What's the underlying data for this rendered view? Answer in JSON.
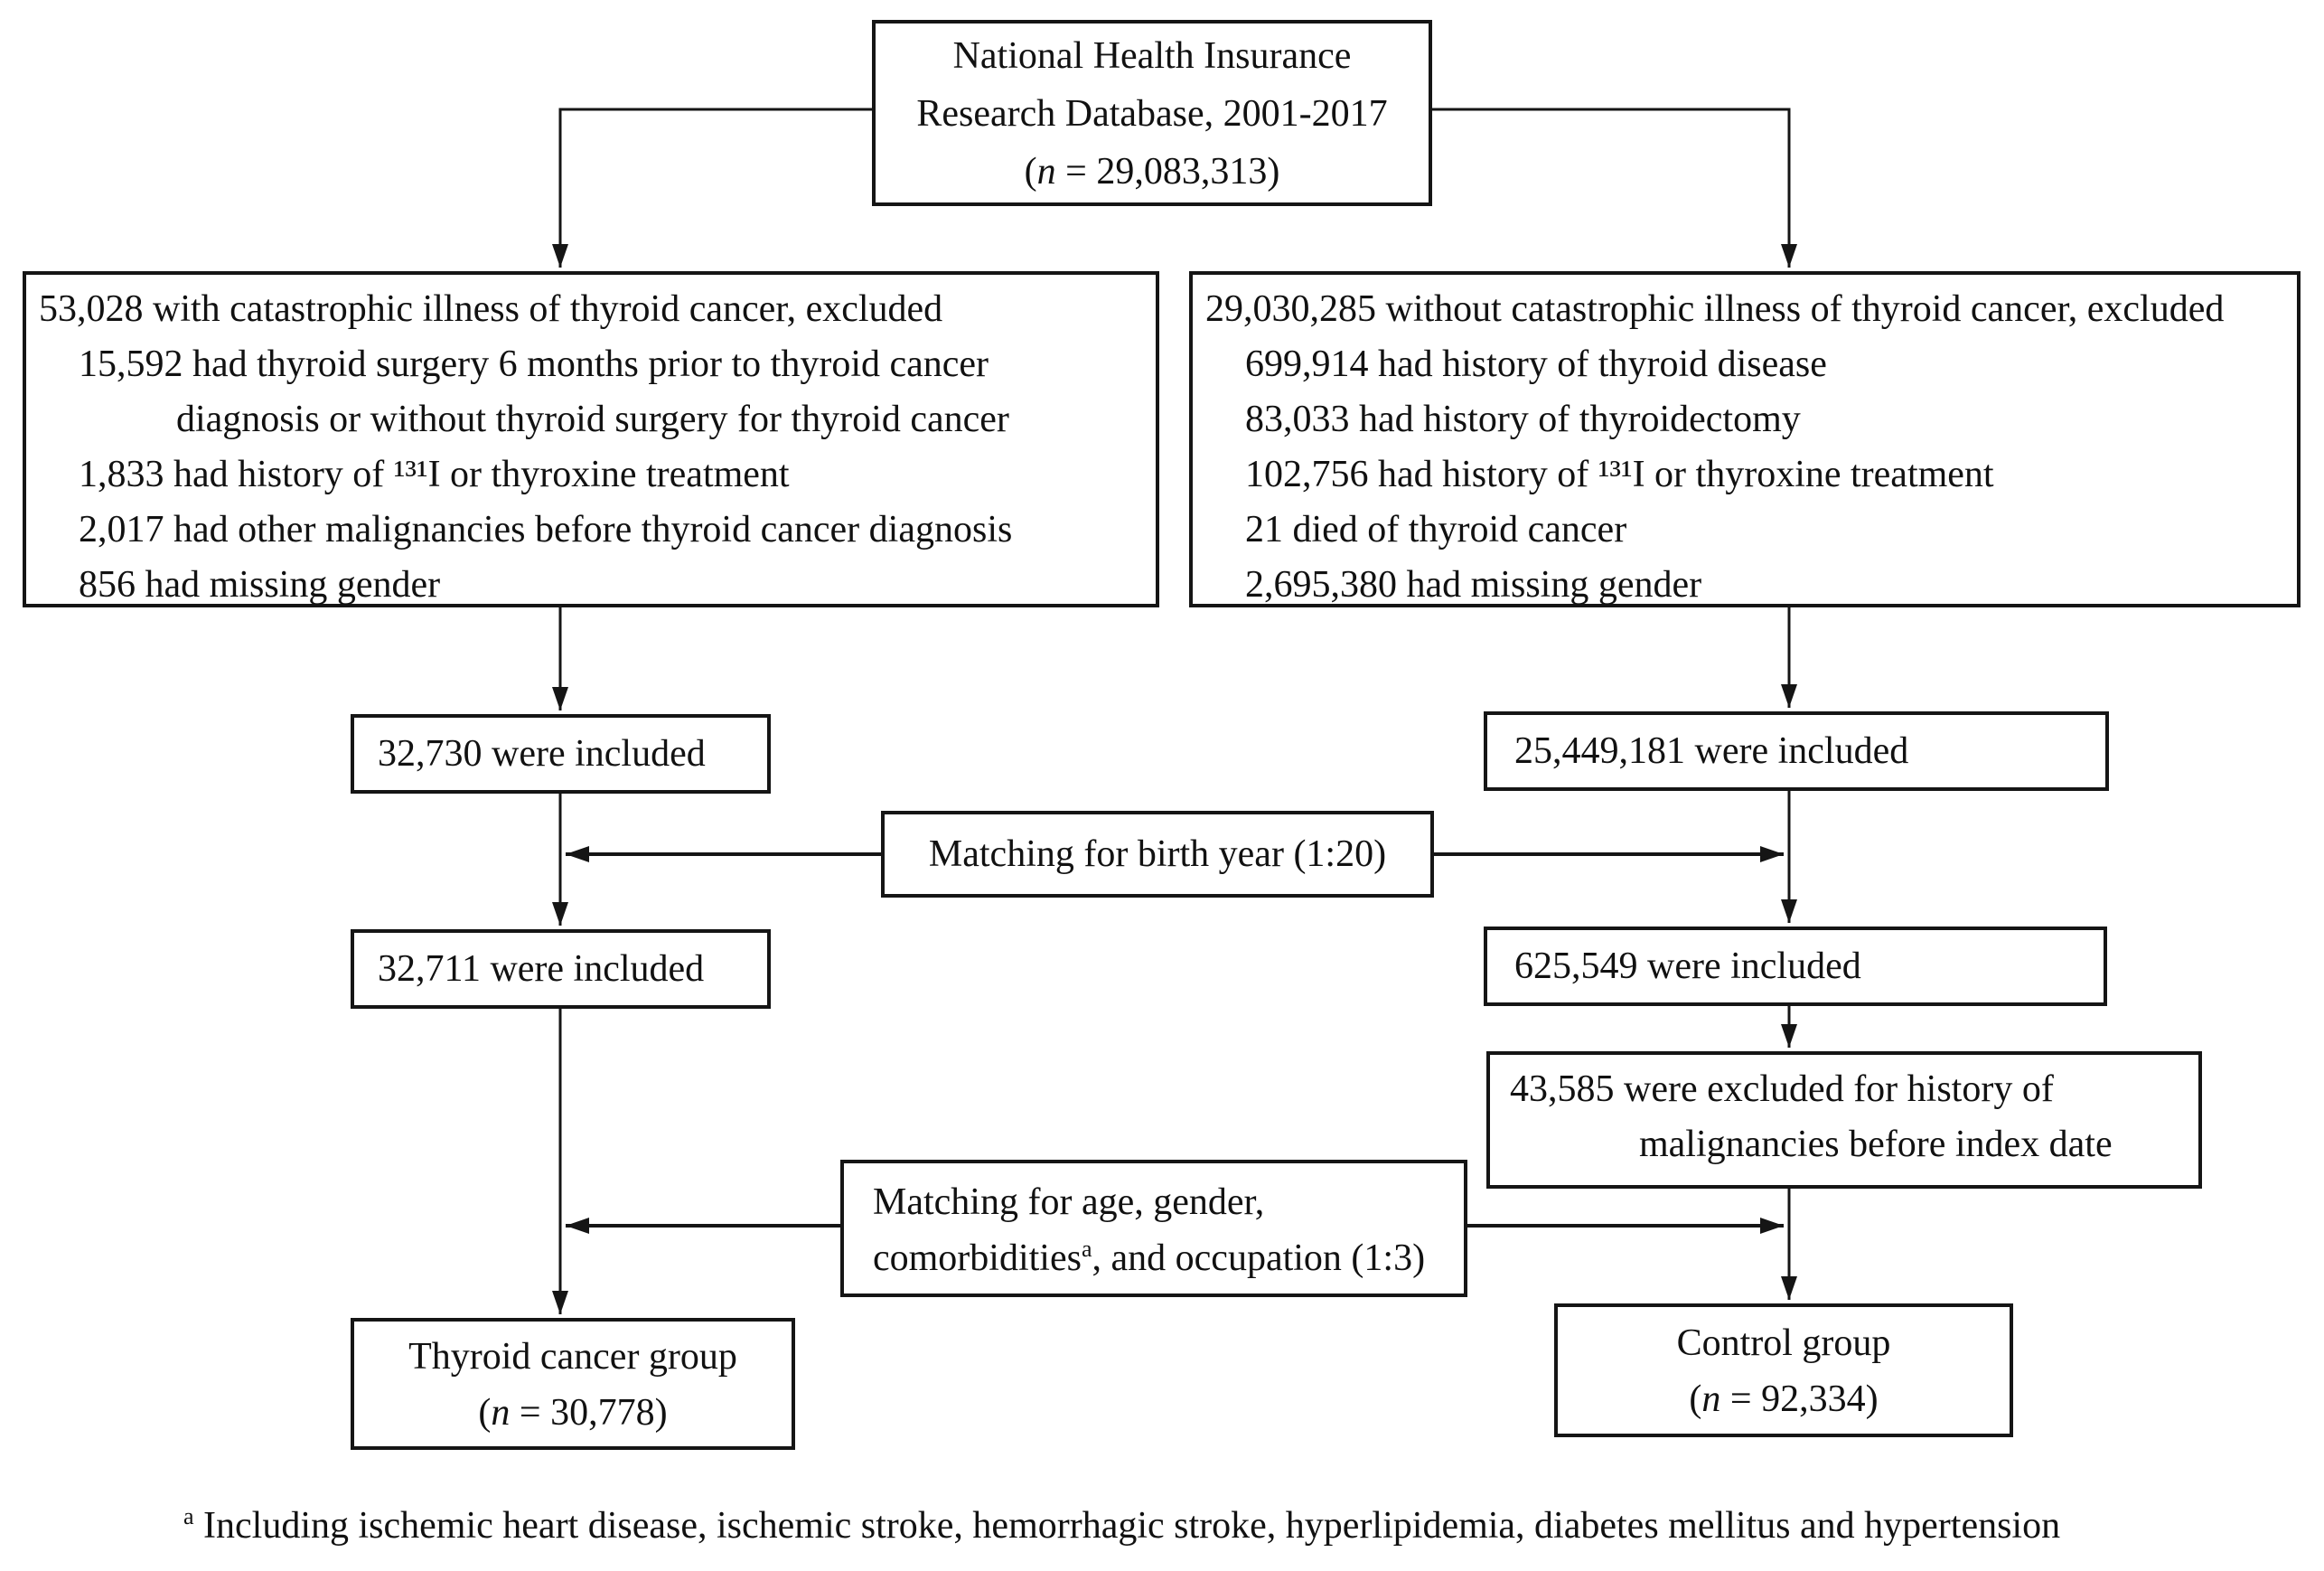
{
  "diagram": {
    "top_box": {
      "line1": "National Health Insurance",
      "line2": "Research Database, 2001-2017",
      "n_prefix": "(",
      "n_italic": "n",
      "n_suffix": " = 29,083,313)"
    },
    "left_exclusion_box": {
      "lines": [
        "53,028 with catastrophic illness of thyroid cancer, excluded",
        "15,592 had thyroid surgery 6 months prior to thyroid cancer",
        "diagnosis or without thyroid surgery for thyroid cancer",
        "1,833 had history of ¹³¹I or thyroxine treatment",
        "2,017 had other malignancies before thyroid cancer diagnosis",
        "856 had missing gender"
      ]
    },
    "right_exclusion_box": {
      "lines": [
        "29,030,285 without catastrophic illness of thyroid cancer, excluded",
        "699,914 had history of thyroid disease",
        "83,033 had history of thyroidectomy",
        "102,756 had history of ¹³¹I or thyroxine treatment",
        "21 died of thyroid cancer",
        "2,695,380 had missing gender"
      ]
    },
    "included_left_1": "32,730 were included",
    "included_right_1": "25,449,181 were included",
    "matching_1": "Matching for birth year (1:20)",
    "included_left_2": "32,711 were included",
    "included_right_2": "625,549 were included",
    "excluded_right_2": {
      "line1": "43,585 were excluded for history of",
      "line2": "malignancies before index date"
    },
    "matching_2": {
      "line1": "Matching for age, gender,",
      "line2_pre": "comorbidities",
      "line2_sup": "a",
      "line2_post": ", and occupation (1:3)"
    },
    "thyroid_group": {
      "title": "Thyroid cancer group",
      "n_prefix": "(",
      "n_italic": "n",
      "n_suffix": " = 30,778)"
    },
    "control_group": {
      "title": "Control group",
      "n_prefix": "(",
      "n_italic": "n",
      "n_suffix": " = 92,334)"
    },
    "footnote": {
      "sup": "a",
      "text": " Including ischemic heart disease, ischemic stroke, hemorrhagic stroke, hyperlipidemia, diabetes mellitus and hypertension"
    },
    "colors": {
      "line": "#151515",
      "background": "#ffffff",
      "text": "#111111"
    }
  }
}
